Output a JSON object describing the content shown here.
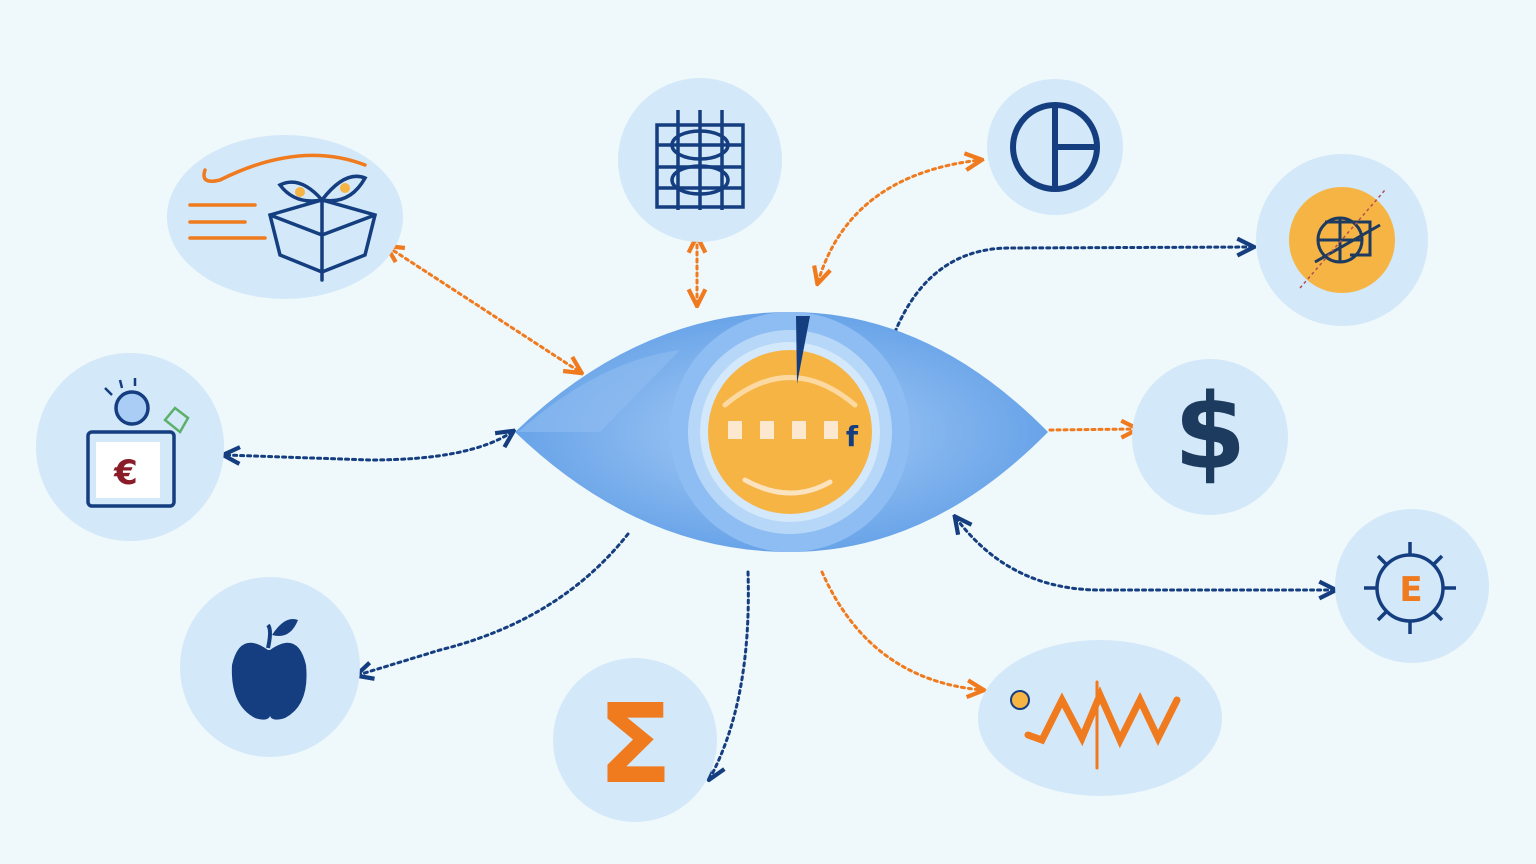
{
  "colors": {
    "background": "#eff8fb",
    "node_fill": "#d3e8f8",
    "navy": "#153e80",
    "orange": "#f07a1e",
    "gold": "#f6b445",
    "eye_blue": "#6aa7ec"
  },
  "center": {
    "icon": "eye-with-coin-icon",
    "coin_symbol": "f"
  },
  "nodes": [
    {
      "id": "plant-box",
      "icon": "plant-box-icon"
    },
    {
      "id": "grid",
      "icon": "grid-network-icon"
    },
    {
      "id": "pie",
      "icon": "pie-chart-icon"
    },
    {
      "id": "globe",
      "icon": "globe-network-icon"
    },
    {
      "id": "euro",
      "icon": "euro-monitor-icon",
      "symbol": "€"
    },
    {
      "id": "dollar",
      "icon": "dollar-icon",
      "symbol": "$"
    },
    {
      "id": "gear",
      "icon": "gear-e-icon",
      "symbol": "E"
    },
    {
      "id": "apple",
      "icon": "apple-icon"
    },
    {
      "id": "sigma",
      "icon": "sigma-icon",
      "symbol": "Σ"
    },
    {
      "id": "wave",
      "icon": "wave-chart-icon"
    }
  ]
}
